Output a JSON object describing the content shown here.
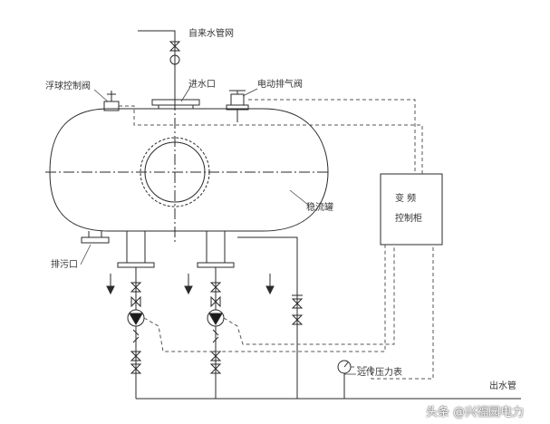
{
  "labels": {
    "city_water": "自来水管网",
    "float_valve": "浮球控制阀",
    "inlet": "进水口",
    "air_valve": "电动排气阀",
    "tank": "稳流罐",
    "drain": "排污口",
    "cabinet_line1": "变  频",
    "cabinet_line2": "控制柜",
    "pressure_gauge": "远传压力表",
    "outlet": "出水管"
  },
  "watermark": "头条 @兴福园电力",
  "colors": {
    "line": "#2a2a2a",
    "dash": "#555555",
    "background": "#ffffff"
  }
}
